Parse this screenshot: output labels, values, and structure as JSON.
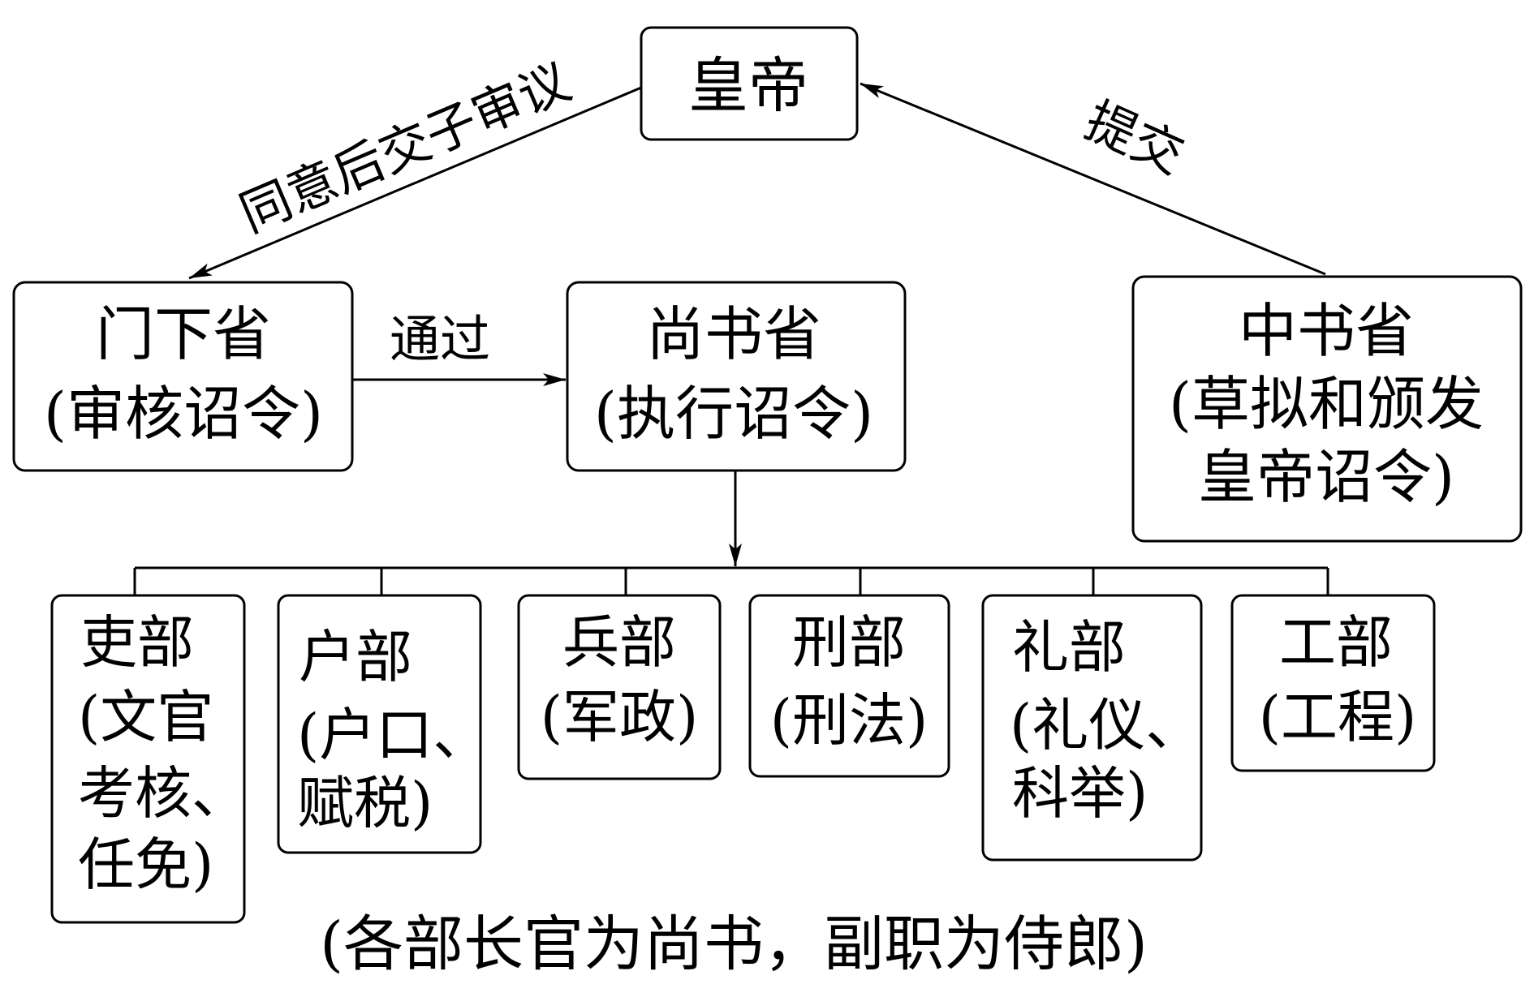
{
  "nodes": {
    "emperor": {
      "title": "皇帝"
    },
    "menxia": {
      "title": "门下省",
      "role": "(审核诏令)"
    },
    "shangshu": {
      "title": "尚书省",
      "role": "(执行诏令)"
    },
    "zhongshu": {
      "title": "中书省",
      "role_line1": "(草拟和颁发",
      "role_line2": "皇帝诏令)"
    }
  },
  "edges": {
    "emperor_to_menxia": "同意后交子审议",
    "menxia_to_shangshu": "通过",
    "zhongshu_to_emperor": "提交"
  },
  "ministries": [
    {
      "name": "吏部",
      "duty_lines": [
        "(文官",
        "考核、",
        "任免)"
      ]
    },
    {
      "name": "户部",
      "duty_lines": [
        "(户口、",
        "赋税)"
      ]
    },
    {
      "name": "兵部",
      "duty_lines": [
        "(军政)"
      ]
    },
    {
      "name": "刑部",
      "duty_lines": [
        "(刑法)"
      ]
    },
    {
      "name": "礼部",
      "duty_lines": [
        "(礼仪、",
        "科举)"
      ]
    },
    {
      "name": "工部",
      "duty_lines": [
        "(工程)"
      ]
    }
  ],
  "footnote": "(各部长官为尚书，副职为侍郎)"
}
